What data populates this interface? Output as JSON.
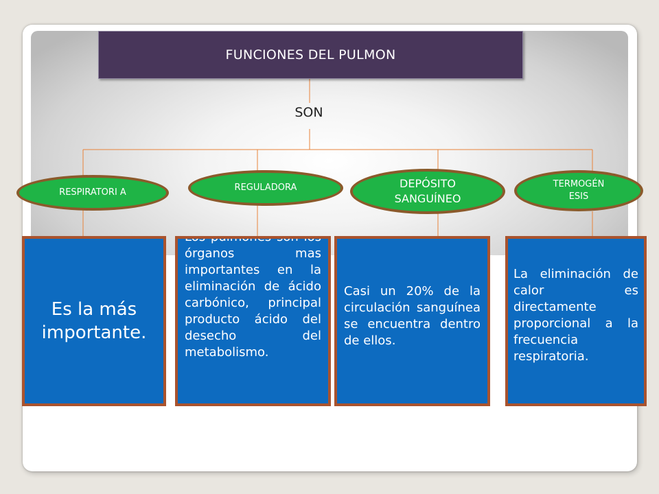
{
  "title": "FUNCIONES DEL PULMON",
  "connector": "SON",
  "categories": [
    {
      "label": "RESPIRATORI A",
      "description": "Es la más importante."
    },
    {
      "label": "REGULADORA",
      "description": "Los pulmones son los órganos mas importantes en la eliminación de ácido carbónico, principal producto ácido del desecho del metabolismo."
    },
    {
      "label": "DEPÓSITO SANGUÍNEO",
      "description": "Casi un 20% de la circulación sanguínea se encuentra dentro de ellos."
    },
    {
      "label": "TERMOGÉN ESIS",
      "description": "La eliminación de calor es directamente proporcional a la frecuencia respiratoria."
    }
  ],
  "colors": {
    "title_bg": "#48365a",
    "oval": "#1fb446",
    "oval_border": "#8b5a2b",
    "box": "#0d6bc0",
    "box_border": "#a9532e",
    "connector_line": "#e8833a"
  }
}
